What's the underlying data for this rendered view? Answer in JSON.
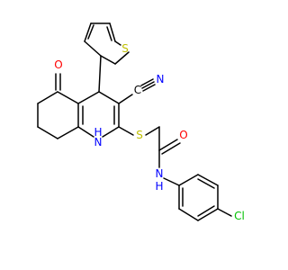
{
  "colors": {
    "bond": "#000000",
    "oxygen": "#ff0000",
    "nitrogen": "#0000ff",
    "sulfur": "#bfbf00",
    "chlorine": "#00c000",
    "carbon": "#000000"
  },
  "atoms": {
    "o_ketone": "O",
    "s_thiophene": "S",
    "c_nitrile": "C",
    "n_nitrile": "N",
    "nh_ring": "H",
    "n_ring": "N",
    "s_thioether": "S",
    "o_amide": "O",
    "n_amide": "N",
    "h_amide": "H",
    "cl": "Cl"
  }
}
